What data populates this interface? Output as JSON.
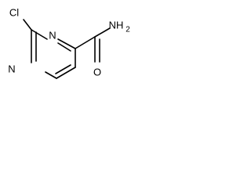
{
  "structure": {
    "atom_labels": {
      "chlorine": "Cl",
      "ring_nitrogen_top": "N",
      "ring_nitrogen_left": "N",
      "amide_nitrogen": "NH",
      "amide_nitrogen_subscript": "2",
      "carbonyl_oxygen": "O"
    },
    "colors": {
      "bond": "#000000",
      "text": "#000000",
      "background": "#ffffff"
    }
  }
}
